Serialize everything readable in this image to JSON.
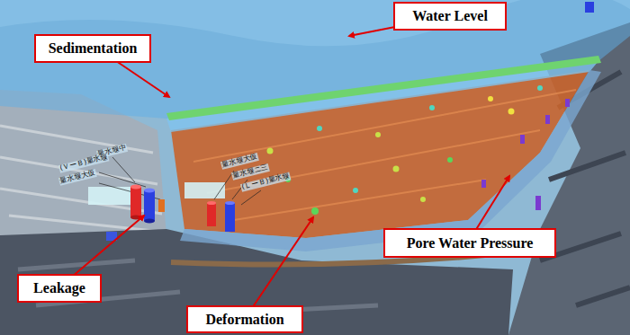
{
  "diagram": {
    "nodes": [
      {
        "text": [
          "Water Level"
        ]
      },
      {
        "text": [
          "Sedimentation"
        ]
      },
      {
        "text": [
          "Pore Water Pressure"
        ]
      },
      {
        "text": [
          "Leakage"
        ]
      },
      {
        "text": [
          "Deformation"
        ]
      }
    ],
    "labels": [
      "量水堰中",
      "(ＶーＢ)量水堰",
      "量水堰大仮",
      "量水堰大仮",
      "量水堰ニ三",
      "(ＬーＢ)量水堰"
    ]
  }
}
